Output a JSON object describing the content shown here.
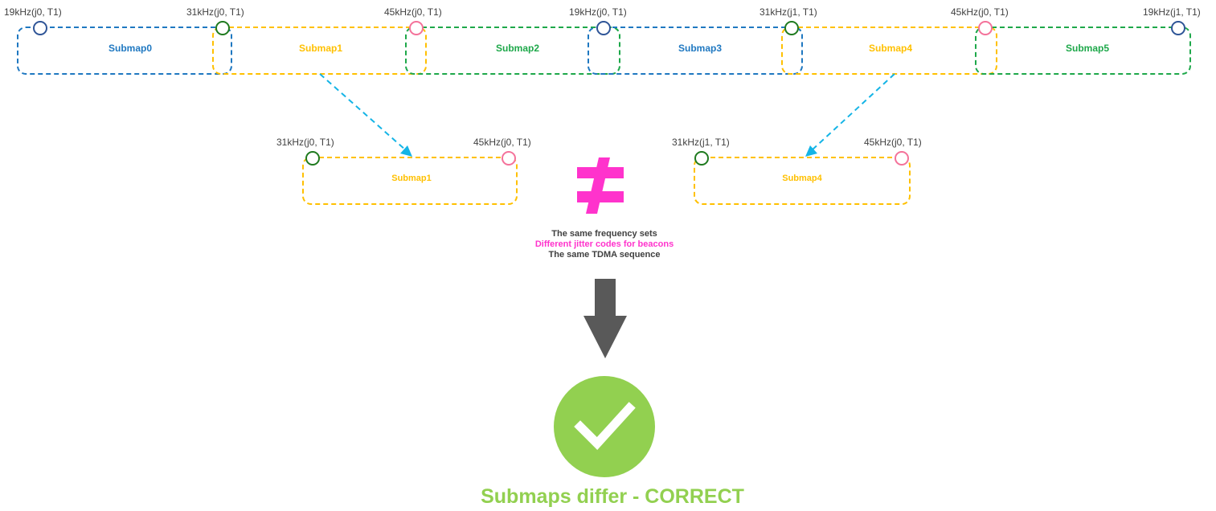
{
  "colors": {
    "blue": "#1f78c1",
    "yellow": "#ffc000",
    "green": "#1ea84a",
    "dark_blue_circle": "#2f5597",
    "dark_green_circle": "#1f7a1f",
    "pink_circle": "#f4729a",
    "arrow_cyan": "#14b4e6",
    "not_equal_magenta": "#ff33cc",
    "down_arrow": "#595959",
    "check_green": "#92d050",
    "text_gray": "#404040"
  },
  "top_row": {
    "freq_labels": [
      "19kHz(j0, T1)",
      "31kHz(j0, T1)",
      "45kHz(j0, T1)",
      "19kHz(j0, T1)",
      "31kHz(j1, T1)",
      "45kHz(j0, T1)",
      "19kHz(j1, T1)"
    ],
    "submaps": [
      {
        "label": "Submap0",
        "color": "blue"
      },
      {
        "label": "Submap1",
        "color": "yellow"
      },
      {
        "label": "Submap2",
        "color": "green"
      },
      {
        "label": "Submap3",
        "color": "blue"
      },
      {
        "label": "Submap4",
        "color": "yellow"
      },
      {
        "label": "Submap5",
        "color": "green"
      }
    ]
  },
  "compare": {
    "left": {
      "freq_start": "31kHz(j0, T1)",
      "freq_end": "45kHz(j0, T1)",
      "label": "Submap1"
    },
    "right": {
      "freq_start": "31kHz(j1, T1)",
      "freq_end": "45kHz(j0, T1)",
      "label": "Submap4"
    },
    "operator_icon": "not-equal-icon"
  },
  "notes": [
    "The same frequency sets",
    "Different jitter codes for beacons",
    "The same TDMA sequence"
  ],
  "down_arrow_icon": "arrow-down-icon",
  "check_icon": "check-circle-icon",
  "result": "Submaps differ - CORRECT"
}
